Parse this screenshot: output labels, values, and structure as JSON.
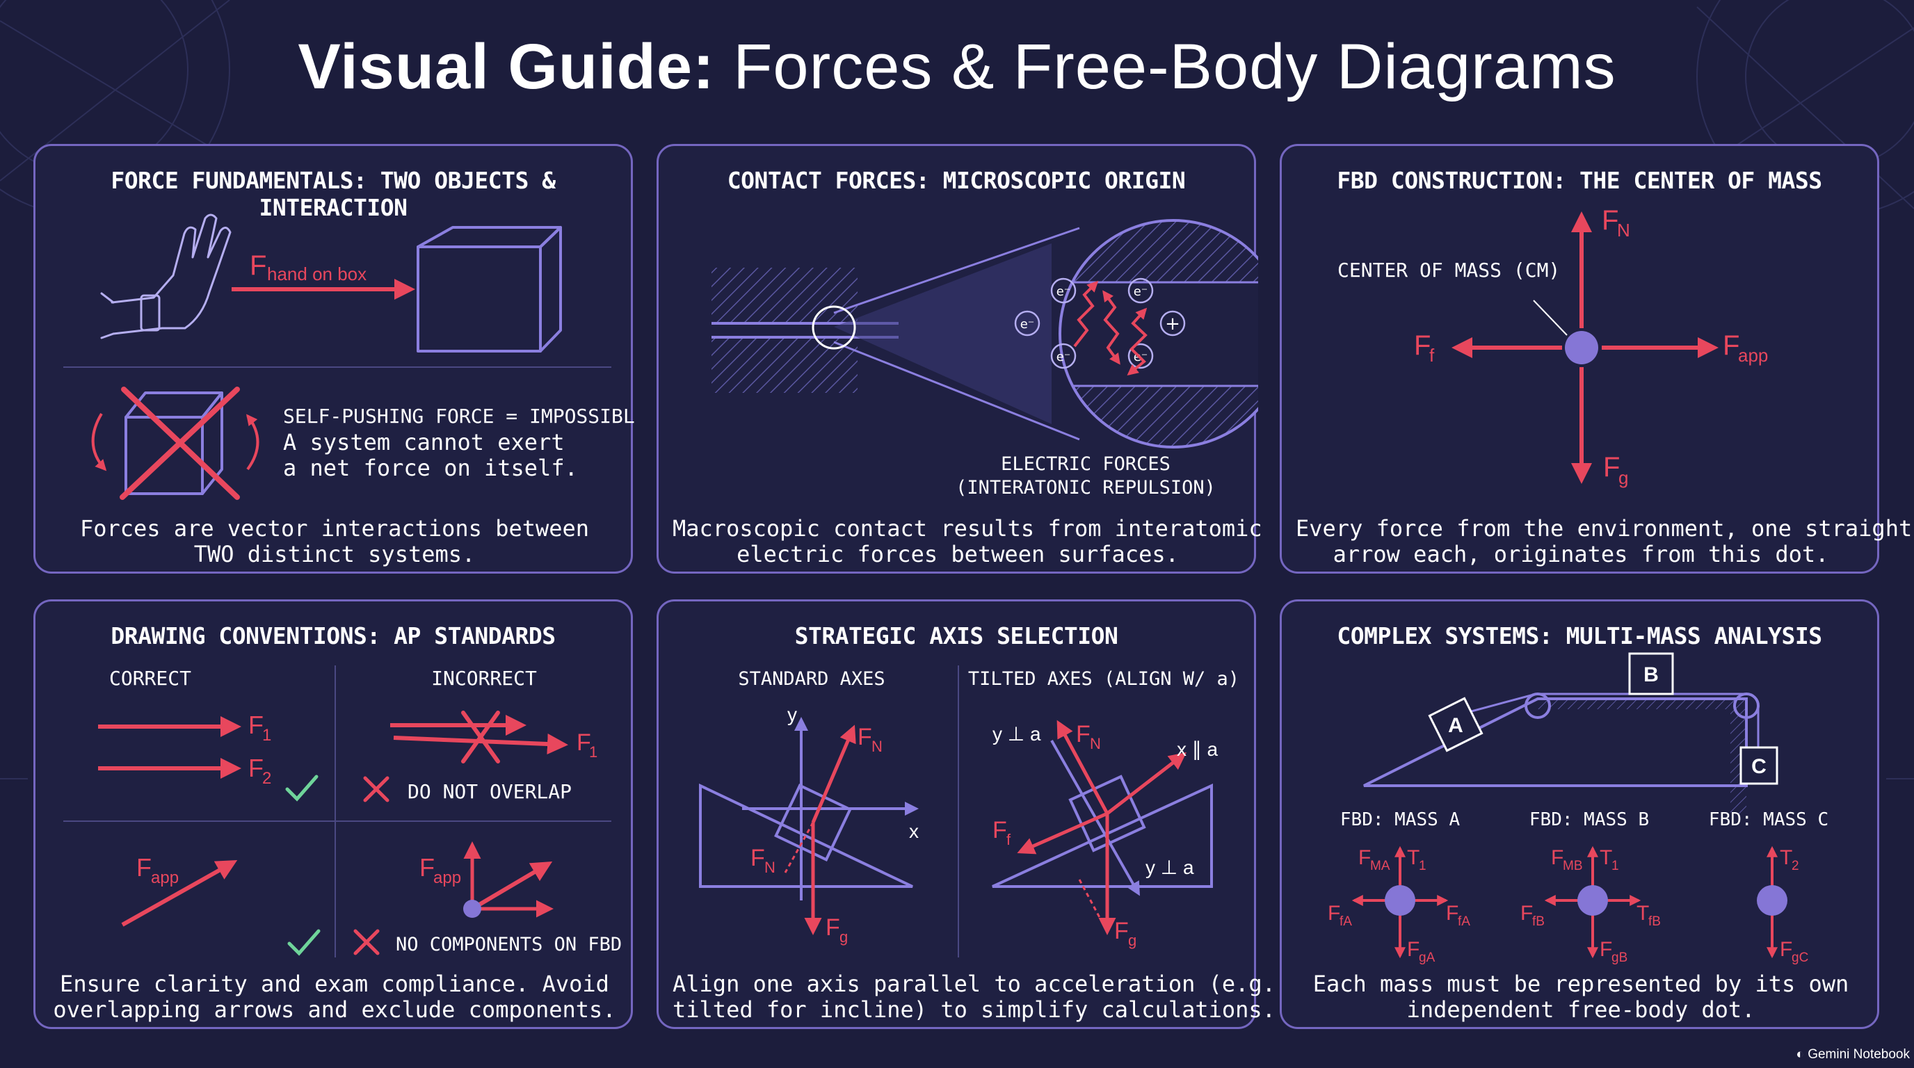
{
  "title": {
    "bold": "Visual Guide:",
    "light": " Forces & Free-Body Diagrams"
  },
  "colors": {
    "background": "#1c1d3c",
    "panel_border": "#7466c0",
    "force_red": "#e8475d",
    "line_purple": "#8b7fe0",
    "dot_purple": "#8576d6",
    "check_green": "#6fd49a"
  },
  "panels": {
    "fundamentals": {
      "title": "FORCE FUNDAMENTALS: TWO OBJECTS & INTERACTION",
      "force_main": "F",
      "force_sub": "hand on box",
      "self_title": "SELF-PUSHING FORCE = IMPOSSIBLE",
      "self_line1": "A system cannot exert",
      "self_line2": "a net force on itself.",
      "caption_line1": "Forces are vector interactions between",
      "caption_line2": "TWO distinct systems."
    },
    "contact": {
      "title": "CONTACT FORCES: MICROSCOPIC ORIGIN",
      "electron": "e⁻",
      "proton": "+",
      "label_line1": "ELECTRIC FORCES",
      "label_line2": "(INTERATONIC REPULSION)",
      "caption_line1": "Macroscopic contact results from interatomic",
      "caption_line2": "electric forces between surfaces."
    },
    "fbd": {
      "title": "FBD CONSTRUCTION: THE CENTER OF MASS",
      "cm_label": "CENTER OF MASS (CM)",
      "f": "F",
      "n_sub": "N",
      "f_sub": "f",
      "app_sub": "app",
      "g_sub": "g",
      "caption_line1": "Every force from the environment, one straight",
      "caption_line2": "arrow each, originates from this dot."
    },
    "conventions": {
      "title": "DRAWING CONVENTIONS: AP STANDARDS",
      "correct": "CORRECT",
      "incorrect": "INCORRECT",
      "f": "F",
      "sub1": "1",
      "sub2": "2",
      "app_sub": "app",
      "no_overlap": "DO NOT OVERLAP",
      "no_components": "NO COMPONENTS ON FBD",
      "caption_line1": "Ensure clarity and exam compliance. Avoid",
      "caption_line2": "overlapping arrows and exclude components."
    },
    "axes": {
      "title": "STRATEGIC AXIS SELECTION",
      "standard": "STANDARD AXES",
      "tilted": "TILTED AXES (ALIGN W/ a)",
      "y": "y",
      "x": "x",
      "f": "F",
      "n_sub": "N",
      "g_sub": "g",
      "f_sub": "f",
      "y_perp": "y ⊥ a",
      "x_par": "x ∥ a",
      "caption_line1": "Align one axis parallel to acceleration (e.g.,",
      "caption_line2": "tilted for incline) to simplify calculations."
    },
    "complex": {
      "title": "COMPLEX SYSTEMS: MULTI-MASS ANALYSIS",
      "mass_a": "A",
      "mass_b": "B",
      "mass_c": "C",
      "fbd_a": "FBD: MASS A",
      "fbd_b": "FBD: MASS B",
      "fbd_c": "FBD: MASS C",
      "f": "F",
      "t": "T",
      "sub_ma": "MA",
      "sub_mb": "MB",
      "sub_1": "1",
      "sub_2": "2",
      "sub_fa": "fA",
      "sub_fb": "fB",
      "sub_ga": "gA",
      "sub_gb": "gB",
      "sub_gc": "gC",
      "caption_line1": "Each mass must be represented by its own",
      "caption_line2": "independent free-body dot."
    }
  },
  "footer": {
    "brand": "Gemini Notebook"
  }
}
